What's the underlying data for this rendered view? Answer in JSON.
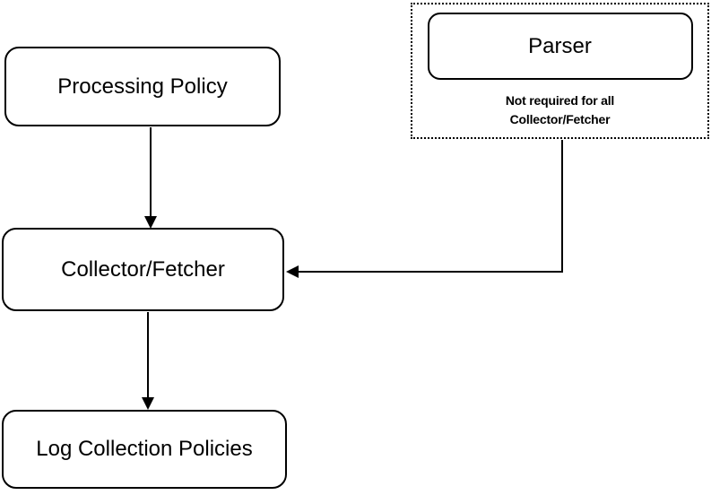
{
  "diagram": {
    "background_color": "#ffffff",
    "line_color": "#000000",
    "text_color": "#000000",
    "nodes": {
      "processing_policy": {
        "label": "Processing Policy"
      },
      "collector_fetcher": {
        "label": "Collector/Fetcher"
      },
      "log_collection_policies": {
        "label": "Log Collection Policies"
      },
      "parser": {
        "label": "Parser"
      },
      "parser_note": {
        "line1": "Not required for all",
        "line2": "Collector/Fetcher"
      }
    },
    "edges": [
      {
        "from": "Processing Policy",
        "to": "Collector/Fetcher",
        "type": "straight-down-arrow"
      },
      {
        "from": "Parser group",
        "to": "Collector/Fetcher",
        "type": "elbow-left-arrow"
      },
      {
        "from": "Collector/Fetcher",
        "to": "Log Collection Policies",
        "type": "straight-down-arrow"
      }
    ]
  }
}
